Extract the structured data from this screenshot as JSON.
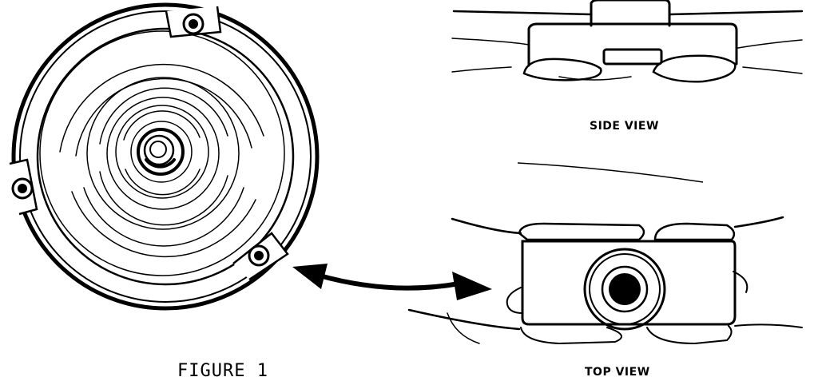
{
  "figure": {
    "caption": "FIGURE 1",
    "side_view_label": "SIDE VIEW",
    "top_view_label": "TOP VIEW"
  },
  "colors": {
    "ink": "#000000",
    "paper": "#ffffff"
  },
  "icons": [
    "rotor-disc-drawing",
    "bolt-icon",
    "double-headed-arrow-icon",
    "side-view-drawing",
    "top-view-drawing",
    "bore-icon"
  ]
}
